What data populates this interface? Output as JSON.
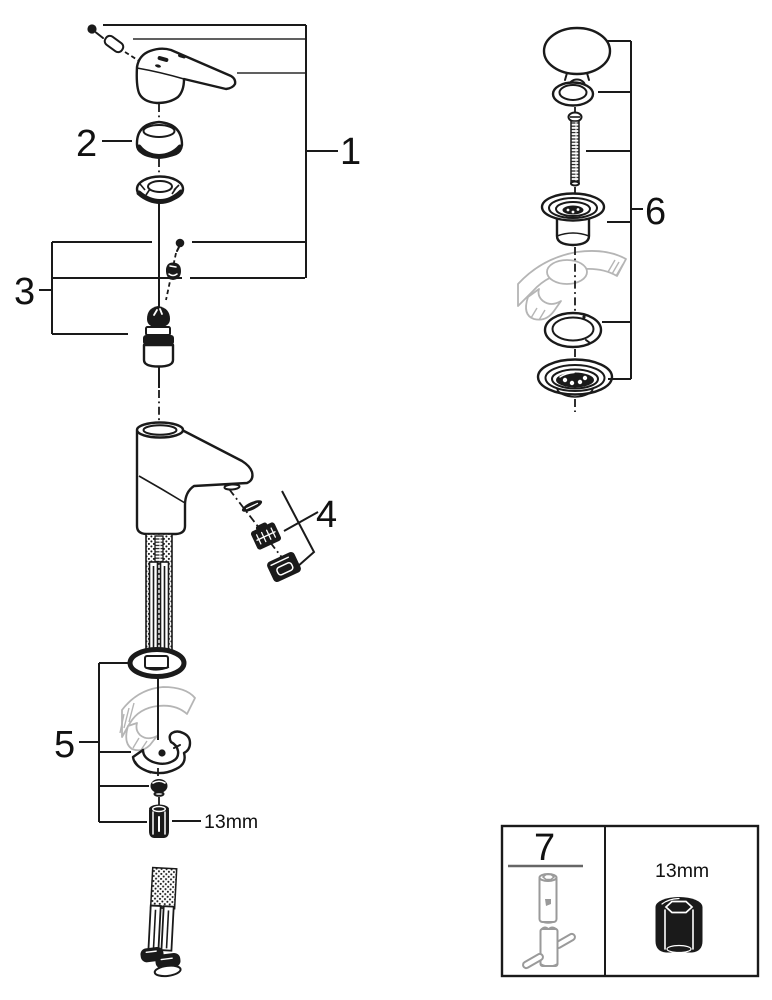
{
  "diagram": {
    "type": "exploded-parts-diagram",
    "subject": "single-lever basin mixer faucet with pop-up waste drain and mounting tools",
    "colors": {
      "background": "#ffffff",
      "line": "#1a1a1a",
      "ghost_gray": "#b5b5b5",
      "tool_gray": "#9a9a9a"
    },
    "callouts": {
      "c1": "1",
      "c2": "2",
      "c3": "3",
      "c4": "4",
      "c5": "5",
      "c6": "6",
      "c7": "7"
    },
    "annotations": {
      "wrench_size_main": "13mm",
      "wrench_size_box": "13mm"
    }
  }
}
